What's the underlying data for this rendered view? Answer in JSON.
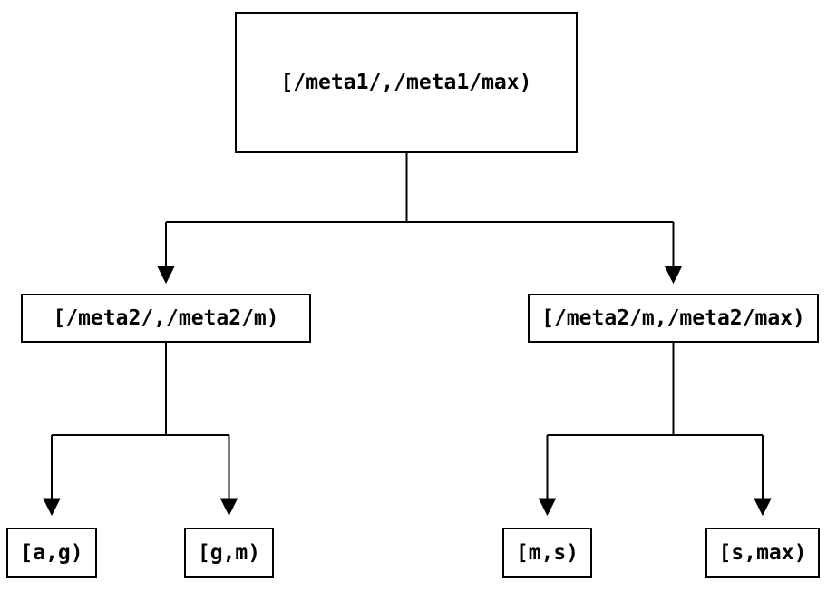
{
  "diagram": {
    "type": "tree",
    "background_color": "#ffffff",
    "line_color": "#000000",
    "nodes": {
      "root": {
        "label": "[/meta1/,/meta1/max)"
      },
      "left_mid": {
        "label": "[/meta2/,/meta2/m)"
      },
      "right_mid": {
        "label": "[/meta2/m,/meta2/max)"
      },
      "leaf_ag": {
        "label": "[a,g)"
      },
      "leaf_gm": {
        "label": "[g,m)"
      },
      "leaf_ms": {
        "label": "[m,s)"
      },
      "leaf_smax": {
        "label": "[s,max)"
      }
    },
    "edges": [
      {
        "from": "root",
        "to": "left_mid"
      },
      {
        "from": "root",
        "to": "right_mid"
      },
      {
        "from": "left_mid",
        "to": "leaf_ag"
      },
      {
        "from": "left_mid",
        "to": "leaf_gm"
      },
      {
        "from": "right_mid",
        "to": "leaf_ms"
      },
      {
        "from": "right_mid",
        "to": "leaf_smax"
      }
    ]
  }
}
